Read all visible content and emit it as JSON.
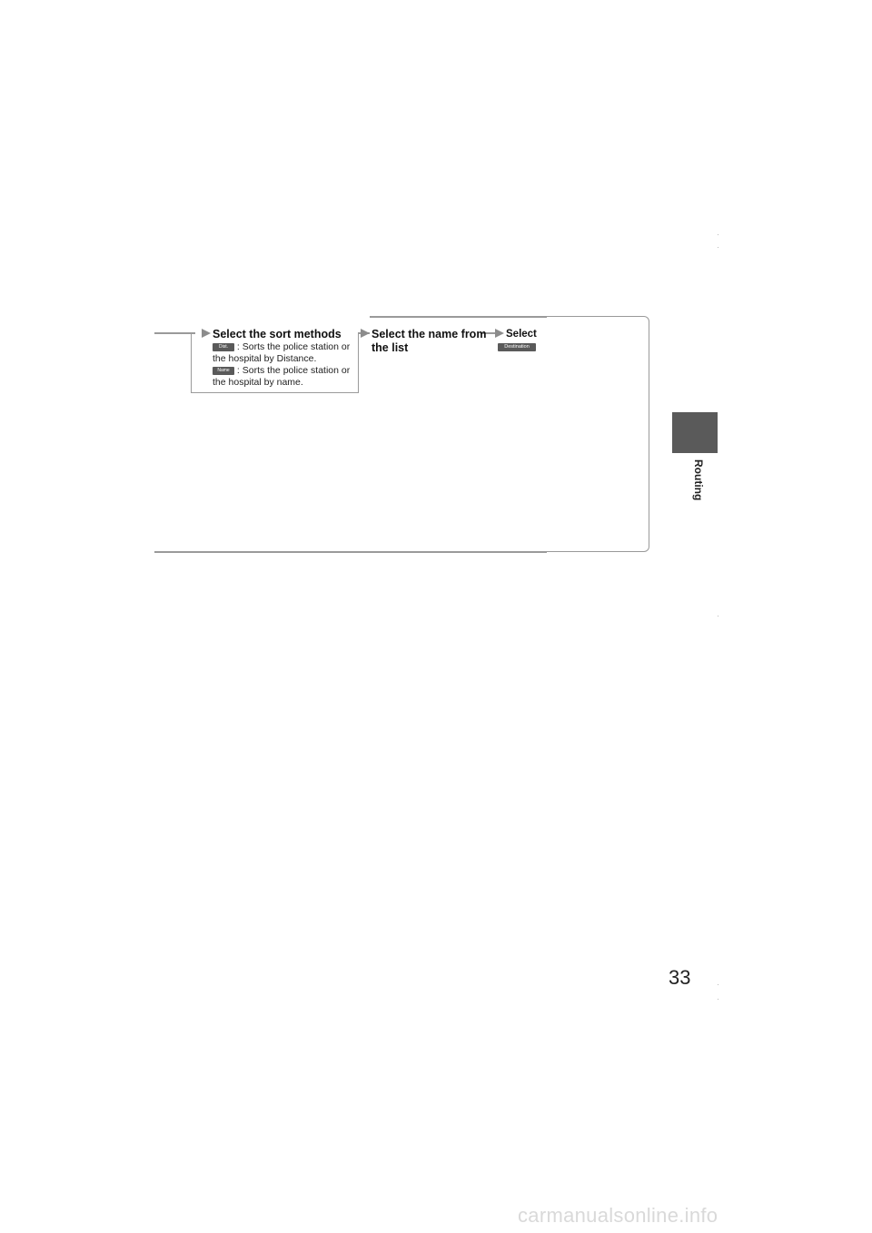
{
  "steps": [
    {
      "title": "Select the sort methods",
      "options": [
        {
          "button": "Dist.",
          "text": ": Sorts the police station or the hospital by Distance."
        },
        {
          "button": "Name",
          "text": ": Sorts the police station or the hospital by name."
        }
      ]
    },
    {
      "title_line1": "Select the name from",
      "title_line2": "the list"
    },
    {
      "title": "Select",
      "button": "Destination"
    }
  ],
  "side_tab": {
    "label": "Routing",
    "color": "#5a5a5a"
  },
  "page_number": "33",
  "watermark": "carmanualsonline.info"
}
